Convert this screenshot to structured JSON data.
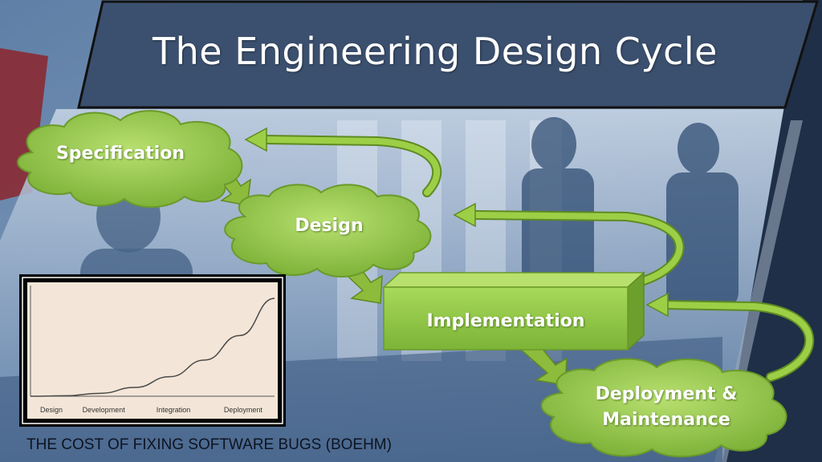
{
  "slide": {
    "title": "The Engineering Design Cycle"
  },
  "cycle": {
    "nodes": [
      {
        "id": "specification",
        "label": "Specification"
      },
      {
        "id": "design",
        "label": "Design"
      },
      {
        "id": "implementation",
        "label": "Implementation"
      },
      {
        "id": "deployment",
        "label_line1": "Deployment &",
        "label_line2": "Maintenance"
      }
    ]
  },
  "colors": {
    "node_green": "#9ccf46",
    "arrow_green": "#8dbb3c",
    "title_bar": "#3b4f6e",
    "chart_bg": "#f3e6d8",
    "curve": "#4a4a4a"
  },
  "chart_data": {
    "type": "line",
    "categories": [
      "Design",
      "Development",
      "Integration",
      "Deployment"
    ],
    "series": [
      {
        "values": [
          0,
          0.5,
          3,
          9,
          20,
          37,
          62,
          100
        ],
        "x": [
          0,
          0.5,
          1,
          1.5,
          2,
          2.5,
          3,
          3.5
        ]
      }
    ],
    "xlim": [
      0,
      3.5
    ],
    "ylim": [
      0,
      100
    ],
    "grid": false,
    "caption": "THE COST OF FIXING SOFTWARE BUGS (BOEHM)"
  }
}
